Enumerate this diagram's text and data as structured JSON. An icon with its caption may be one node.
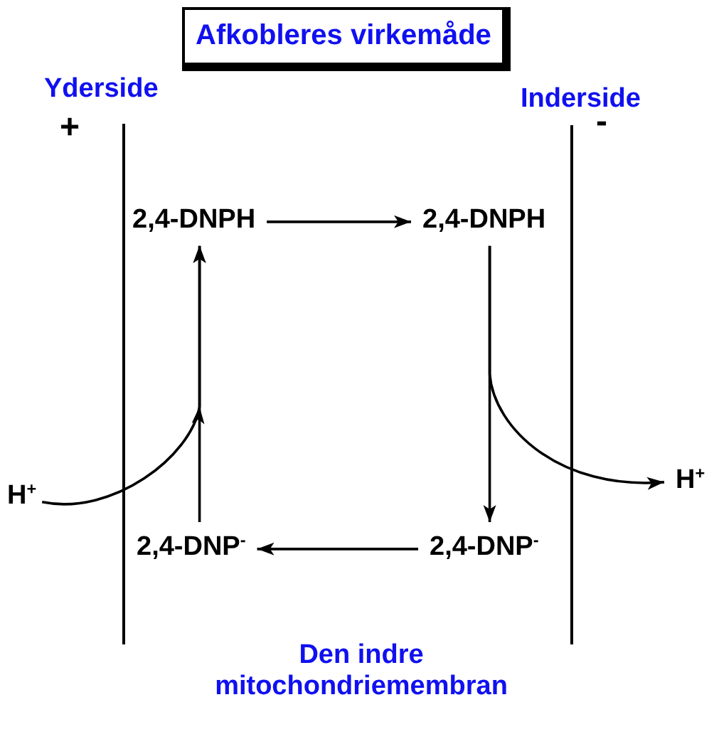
{
  "diagram": {
    "title": "Afkobleres virkemåde",
    "nodes": [
      {
        "text": [
          "2,4-DNPH"
        ]
      },
      {
        "text": [
          "2,4-DNPH"
        ]
      },
      {
        "text": [
          "H$^{+}$"
        ]
      },
      {
        "text": [
          "H$^{+}$"
        ]
      },
      {
        "text": [
          "2,4-DNP$^{-}$"
        ]
      },
      {
        "text": [
          "2,4-DNP$^{-}$"
        ]
      }
    ],
    "edges": [
      {
        "from": 0,
        "to": 1,
        "arrow": "to"
      },
      {
        "from": 1,
        "to": 5,
        "arrow": "to"
      },
      {
        "from": 5,
        "to": 4,
        "arrow": "to"
      },
      {
        "from": 4,
        "to": 0,
        "arrow": "to"
      },
      {
        "from": 2,
        "to": 0,
        "arrow": "to"
      },
      {
        "from": 1,
        "to": 3,
        "arrow": "to"
      }
    ],
    "labels": [
      "Yderside",
      "+",
      "Inderside",
      "-",
      "Den indre mitochondriemembran"
    ]
  }
}
